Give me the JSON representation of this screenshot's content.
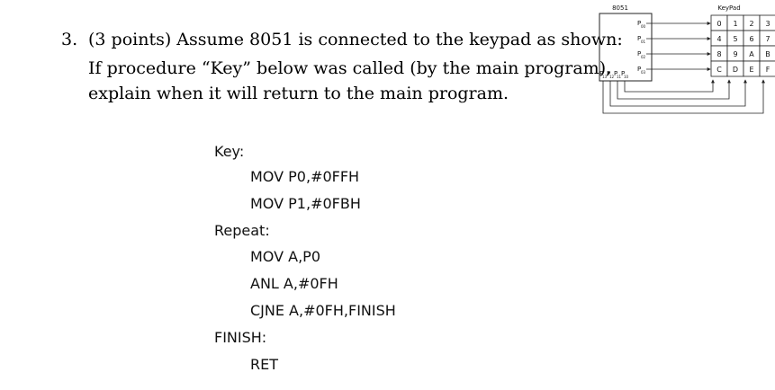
{
  "question": {
    "number": "3.",
    "line1": "(3 points) Assume 8051 is connected to the keypad as shown:",
    "line2": "If procedure “Key” below was called (by the main program),",
    "line3": "explain when it will return to the main program."
  },
  "diagram": {
    "mcu_label": "8051",
    "keypad_label": "KeyPad",
    "keys": [
      [
        "0",
        "1",
        "2",
        "3"
      ],
      [
        "4",
        "5",
        "6",
        "7"
      ],
      [
        "8",
        "9",
        "A",
        "B"
      ],
      [
        "C",
        "D",
        "E",
        "F"
      ]
    ],
    "row_pins": [
      {
        "p": "P",
        "sub": "00"
      },
      {
        "p": "P",
        "sub": "01"
      },
      {
        "p": "P",
        "sub": "02"
      },
      {
        "p": "P",
        "sub": "03"
      }
    ],
    "col_pins": [
      {
        "p": "P",
        "sub": "13"
      },
      {
        "p": "P",
        "sub": "12"
      },
      {
        "p": "P",
        "sub": "11"
      },
      {
        "p": "P",
        "sub": "10"
      }
    ]
  },
  "code": {
    "label_key": "Key:",
    "mov_p0": "MOV P0,#0FFH",
    "mov_p1": "MOV P1,#0FBH",
    "label_repeat": "Repeat:",
    "mov_a": "MOV A,P0",
    "anl": "ANL A,#0FH",
    "cjne": "CJNE A,#0FH,FINISH",
    "label_finish": "FINISH:",
    "ret": "RET"
  }
}
